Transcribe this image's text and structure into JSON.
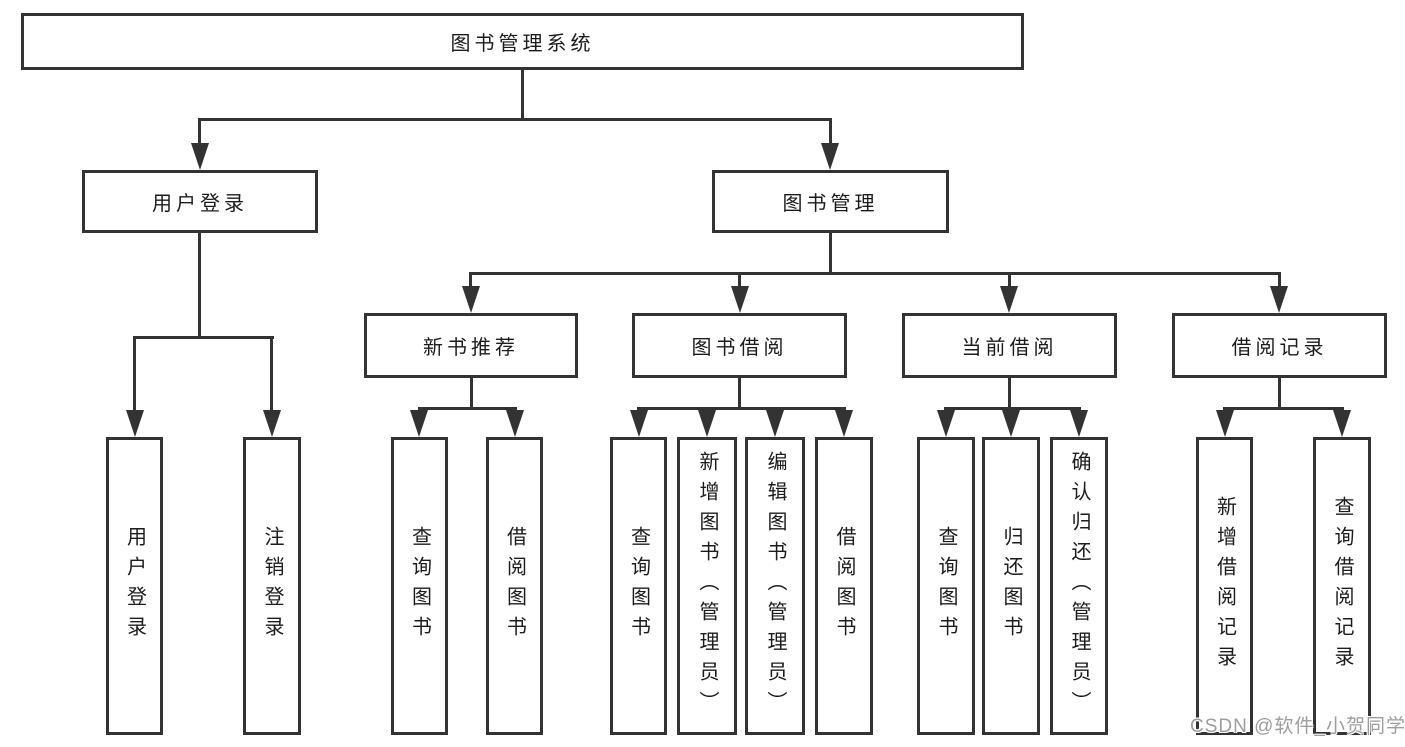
{
  "colors": {
    "line": "#333333",
    "text": "#1c1c1c",
    "watermark": "#9e9e9e"
  },
  "nodes": {
    "root": {
      "label": "图书管理系统"
    },
    "user_login": {
      "label": "用户登录",
      "children": {
        "login": "用户登录",
        "logout": "注销登录"
      }
    },
    "book_mgmt": {
      "label": "图书管理"
    },
    "new_book": {
      "label": "新书推荐",
      "children": {
        "query": "查询图书",
        "borrow": "借阅图书"
      }
    },
    "book_borrow": {
      "label": "图书借阅",
      "children": {
        "query": "查询图书",
        "add": "新增图书（管理员）",
        "edit": "编辑图书（管理员）",
        "borrow": "借阅图书"
      }
    },
    "current_borrow": {
      "label": "当前借阅",
      "children": {
        "query": "查询图书",
        "return": "归还图书",
        "confirm": "确认归还（管理员）"
      }
    },
    "borrow_record": {
      "label": "借阅记录",
      "children": {
        "add": "新增借阅记录",
        "query": "查询借阅记录"
      }
    }
  },
  "watermark": {
    "text": "CSDN @软件_小贺同学"
  }
}
